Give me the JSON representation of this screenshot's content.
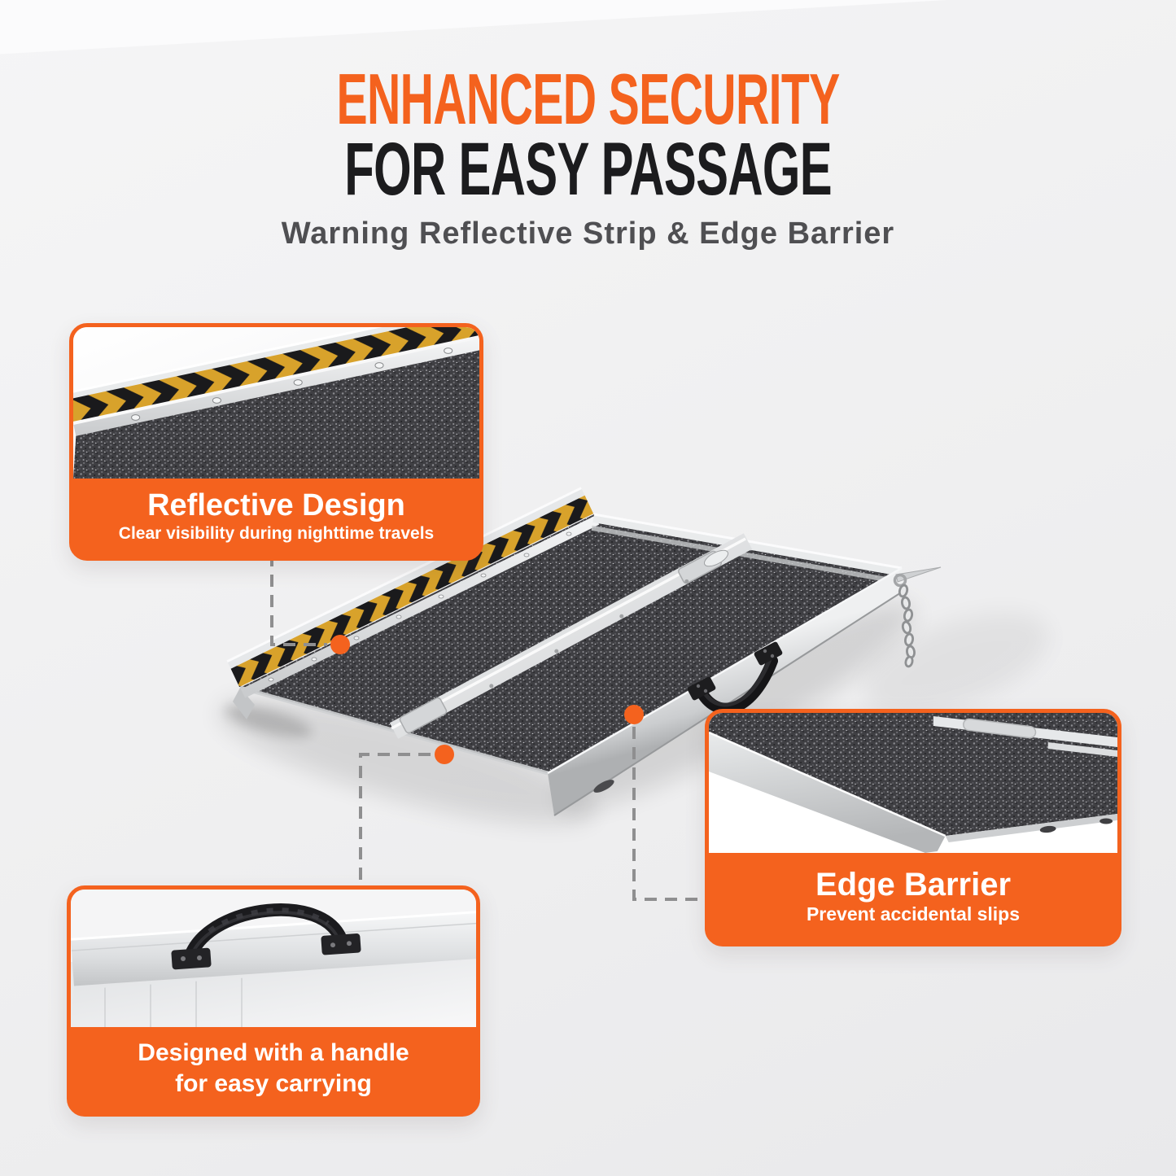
{
  "header": {
    "title_line1": "ENHANCED SECURITY",
    "title_line2": "FOR EASY PASSAGE",
    "subtitle": "Warning Reflective Strip & Edge Barrier"
  },
  "callouts": {
    "reflective": {
      "title": "Reflective Design",
      "description": "Clear visibility during nighttime travels",
      "photo": "reflective-strip-closeup"
    },
    "edge_barrier": {
      "title": "Edge Barrier",
      "description": "Prevent accidental slips",
      "photo": "edge-barrier-closeup"
    },
    "handle": {
      "line1": "Designed with a handle",
      "line2": "for easy carrying",
      "photo": "carry-handle-closeup"
    }
  },
  "colors": {
    "accent_orange": "#F4621E",
    "title_black": "#1c1c1e",
    "subtitle_gray": "#4f4f52",
    "leader_gray": "#8f8f90",
    "chevron_yellow": "#D8A22B",
    "grit_dark": "#3f3f43"
  }
}
